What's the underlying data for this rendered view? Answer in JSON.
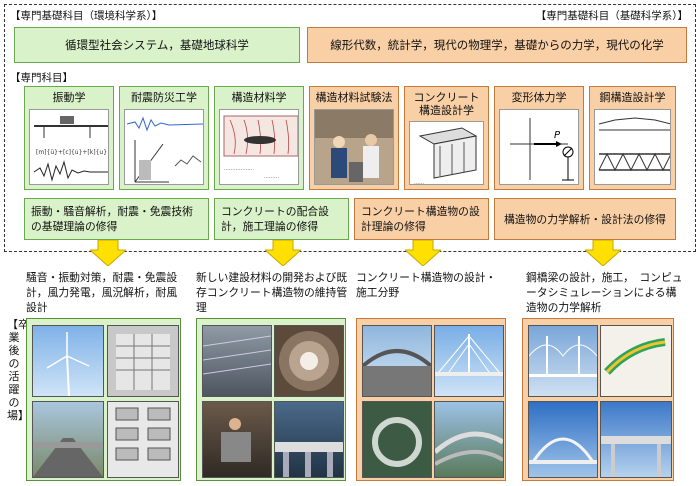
{
  "header": {
    "left_category": "【専門基礎科目（環境科学系）】",
    "right_category": "【専門基礎科目（基礎科学系）】",
    "env_subjects": "循環型社会システム，基礎地球科学",
    "basic_subjects": "線形代数，統計学，現代の物理学，基礎からの力学，現代の化学"
  },
  "specialized_label": "【専門科目】",
  "courses": [
    {
      "title": "振動学",
      "color": "green",
      "figure_icon": "vibration-diagram-icon"
    },
    {
      "title": "耐震防災工学",
      "color": "green",
      "figure_icon": "seismic-graph-icon"
    },
    {
      "title": "構造材料学",
      "color": "green",
      "figure_icon": "crack-diagram-icon"
    },
    {
      "title": "構造材料試験法",
      "color": "orange",
      "figure_icon": "lab-photo-icon"
    },
    {
      "title": "コンクリート\n構造設計学",
      "color": "orange",
      "figure_icon": "concrete-structure-icon"
    },
    {
      "title": "変形体力学",
      "color": "orange",
      "figure_icon": "mechanics-diagram-icon"
    },
    {
      "title": "鋼構造設計学",
      "color": "orange",
      "figure_icon": "truss-diagram-icon"
    }
  ],
  "outcomes": [
    {
      "text": "振動・騒音解析，耐震・免震技術の基礎理論の修得",
      "color": "green"
    },
    {
      "text": "コンクリートの配合設計，施工理論の修得",
      "color": "green"
    },
    {
      "text": "コンクリート構造物の設計理論の修得",
      "color": "orange"
    },
    {
      "text": "構造物の力学解析・設計法の修得",
      "color": "orange"
    }
  ],
  "careers_label": "【卒業後の活躍の場】",
  "careers": [
    {
      "text": "騒音・振動対策，耐震・免震設計，風力発電，風況解析，耐風設計",
      "color": "green"
    },
    {
      "text": "新しい建設材料の開発および既存コンクリート構造物の維持管理",
      "color": "green"
    },
    {
      "text": "コンクリート構造物の設計・施工分野",
      "color": "orange"
    },
    {
      "text": "鋼橋梁の設計，施工，　コンピュータシミュレーションによる構造物の力学解析",
      "color": "orange"
    }
  ],
  "lab_caption": "P",
  "colors": {
    "green_fill": "#d9f2c9",
    "orange_fill": "#f9cfa6",
    "arrow": "#ffe000"
  }
}
